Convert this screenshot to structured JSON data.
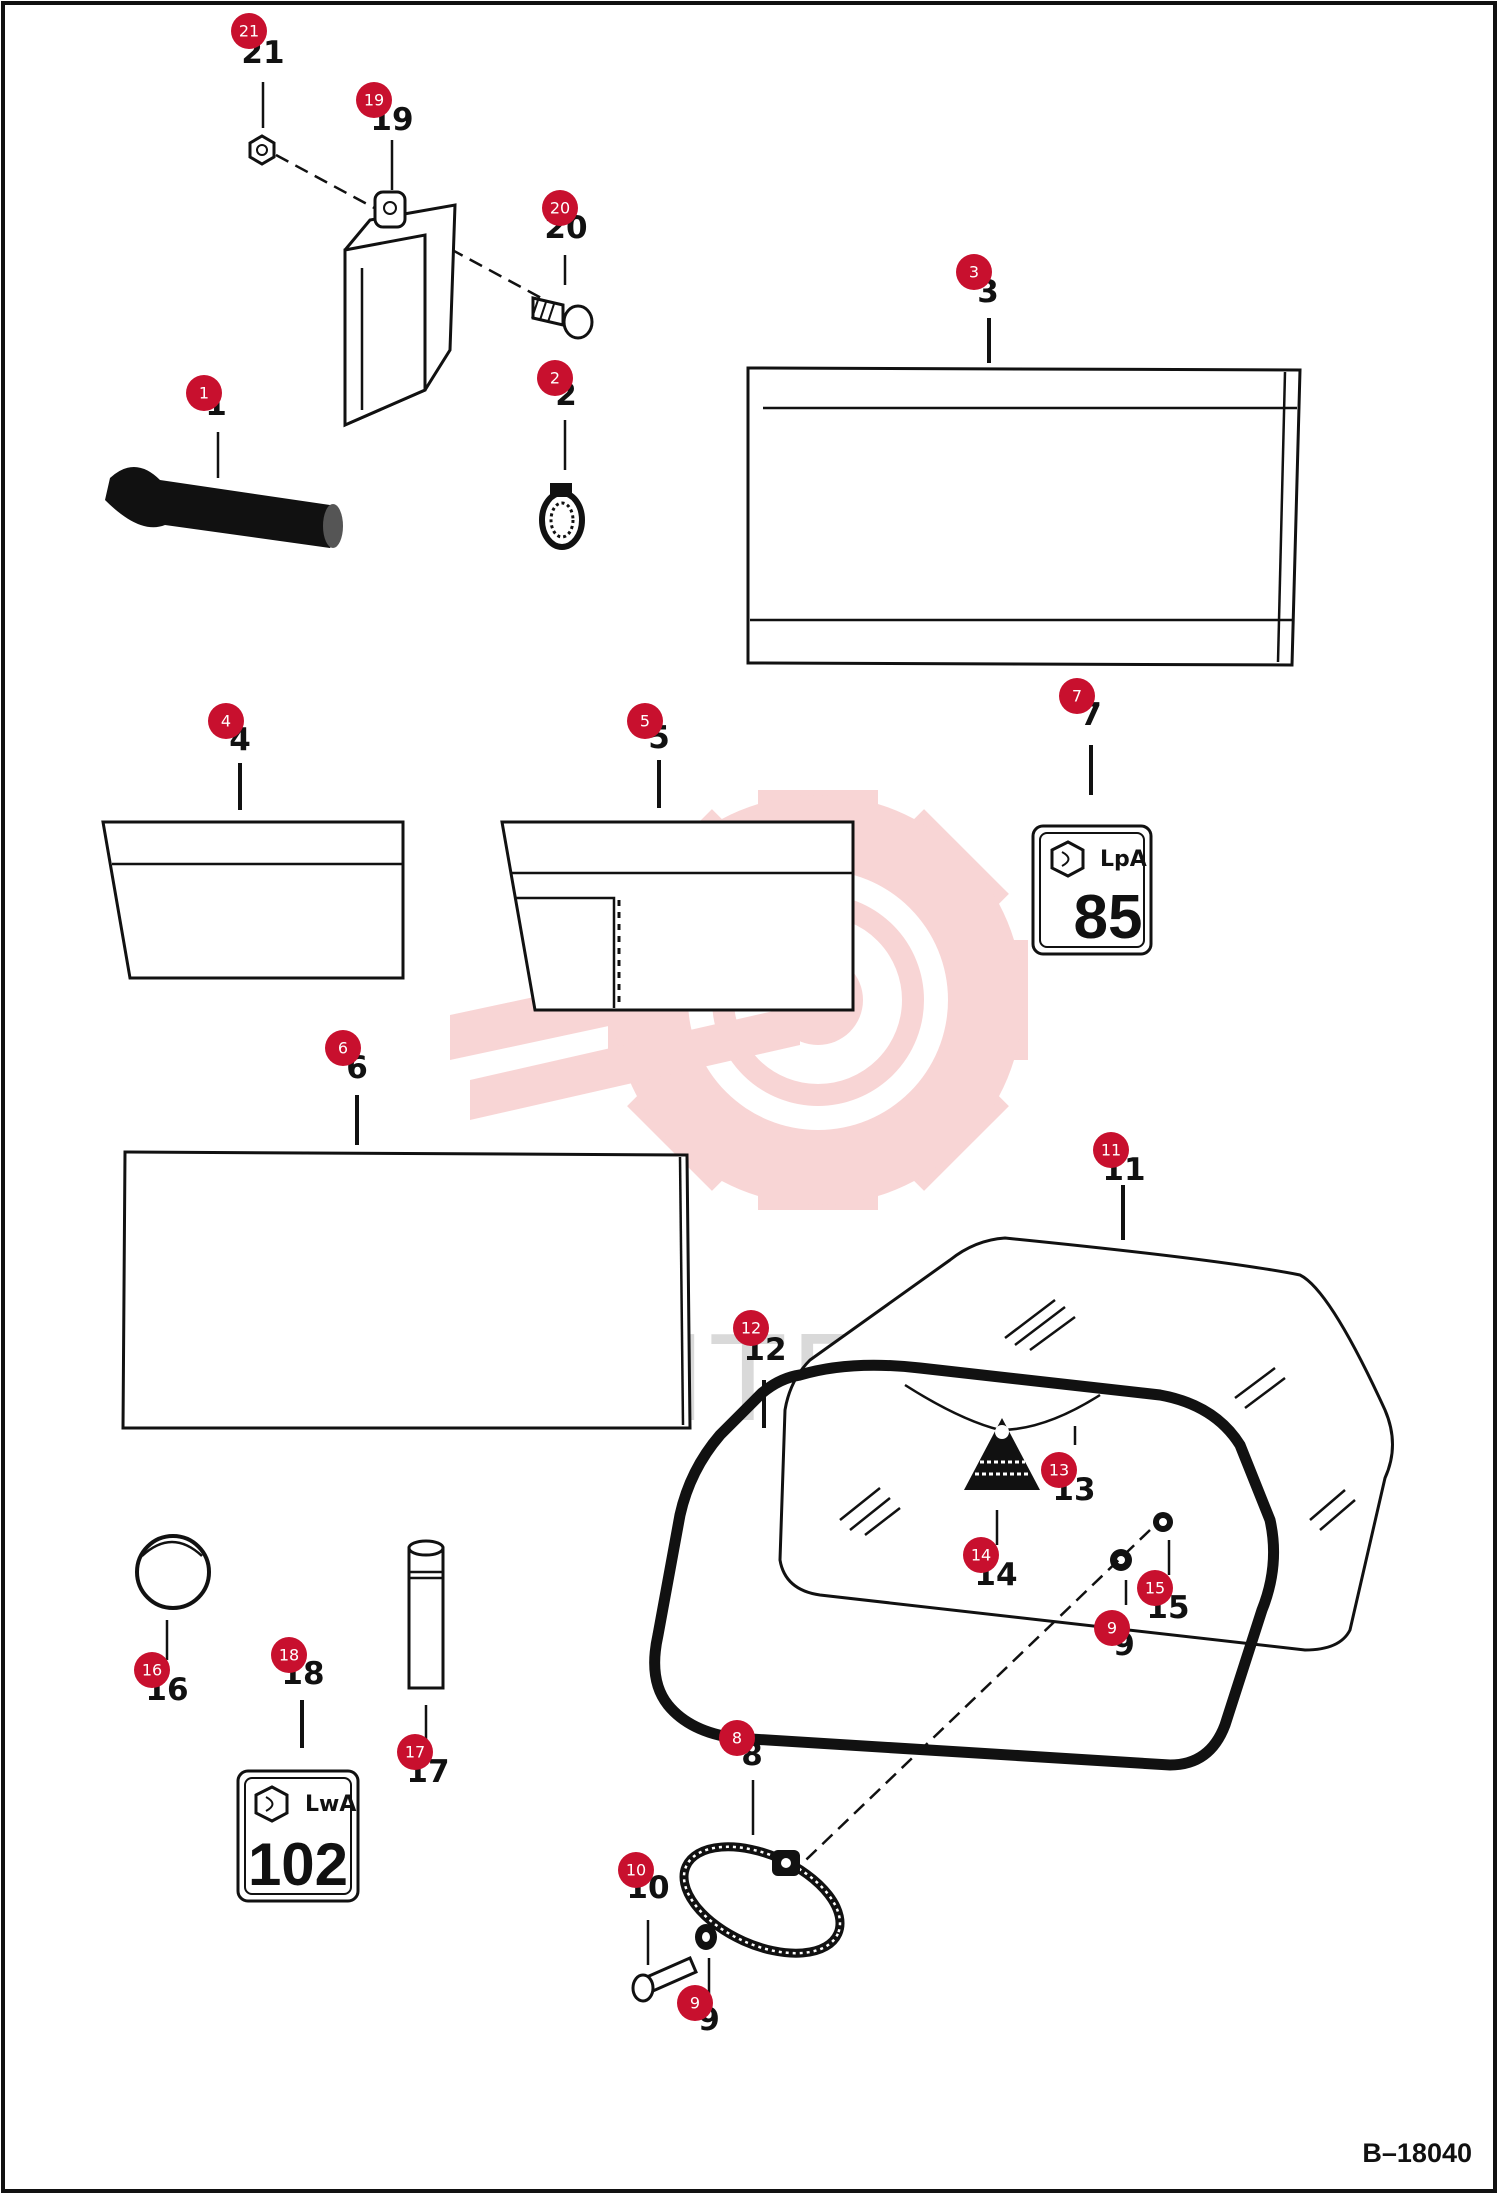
{
  "drawing_ref": "B–18040",
  "watermark": "ИНТЕХ",
  "colors": {
    "badge": "#c8102e",
    "watermark": "#f4b3b3",
    "line": "#111111"
  },
  "callouts": [
    {
      "num": "1",
      "badge": "1"
    },
    {
      "num": "2",
      "badge": "2"
    },
    {
      "num": "3",
      "badge": "3"
    },
    {
      "num": "4",
      "badge": "4"
    },
    {
      "num": "5",
      "badge": "5"
    },
    {
      "num": "6",
      "badge": "6"
    },
    {
      "num": "7",
      "badge": "7"
    },
    {
      "num": "8",
      "badge": "8"
    },
    {
      "num": "9",
      "badge": "9"
    },
    {
      "num": "9",
      "badge": "9"
    },
    {
      "num": "10",
      "badge": "10"
    },
    {
      "num": "11",
      "badge": "11"
    },
    {
      "num": "12",
      "badge": "12"
    },
    {
      "num": "13",
      "badge": "13"
    },
    {
      "num": "14",
      "badge": "14"
    },
    {
      "num": "15",
      "badge": "15"
    },
    {
      "num": "16",
      "badge": "16"
    },
    {
      "num": "17",
      "badge": "17"
    },
    {
      "num": "18",
      "badge": "18"
    },
    {
      "num": "19",
      "badge": "19"
    },
    {
      "num": "20",
      "badge": "20"
    },
    {
      "num": "21",
      "badge": "21"
    }
  ],
  "decals": {
    "decal_85": {
      "label": "LpA",
      "value": "85"
    },
    "decal_102": {
      "label": "LwA",
      "value": "102"
    }
  }
}
